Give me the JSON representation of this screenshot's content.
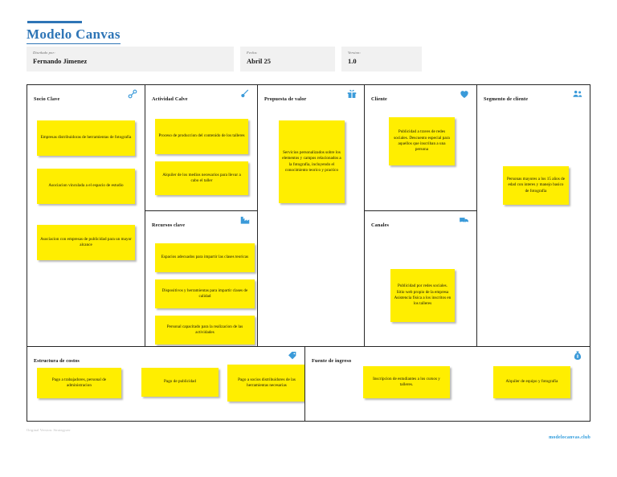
{
  "header": {
    "title": "Modelo Canvas",
    "fields": [
      {
        "label": "Diseñado por:",
        "value": "Fernando Jimenez"
      },
      {
        "label": "Fecha:",
        "value": "Abril 25"
      },
      {
        "label": "Version:",
        "value": "1.0"
      }
    ]
  },
  "canvas": {
    "blocks": {
      "socios": {
        "title": "Socio Clave",
        "icon": "chain-link-icon",
        "notes": [
          "Empresas distribuidoras de herramientas de fotografia",
          "Asociacion vinculada a el espacio de estudio",
          "Asociacion con empresas de publicidad para un mayor alcance"
        ]
      },
      "actividades": {
        "title": "Actividad Calve",
        "icon": "wrench-icon",
        "notes": [
          "Proceso de produccion del contenido de los talleres",
          "Alquiler de los medios necesarios para llevar a cabo el taller"
        ]
      },
      "recursos": {
        "title": "Recursos clave",
        "icon": "factory-icon",
        "notes": [
          "Espacios adecuados para impartir las clases teoricas",
          "Dispositivos y herramientas para impartir clases de calidad",
          "Personal capacitado para la realizacion de las actividades"
        ]
      },
      "propuesta": {
        "title": "Propuesta de valor",
        "icon": "gift-icon",
        "notes": [
          "Servicios personalizados sobre los elementos y campos relacionados a la fotografia, incluyendo el conocimiento teorico y practico"
        ]
      },
      "relaciones": {
        "title": "Cliente",
        "icon": "heart-icon",
        "notes": [
          "Publicidad a traves de redes sociales. Descuento especial para aquellos que inscriban a una persona"
        ]
      },
      "canales": {
        "title": "Canales",
        "icon": "truck-icon",
        "notes": [
          "Publicidad por redes sociales. Sitio web propio de la empresa Asistencia fisica a los inscritos en los talleres"
        ]
      },
      "segmentos": {
        "title": "Segmento de cliente",
        "icon": "people-icon",
        "notes": [
          "Personas mayores a los 15 años de edad con interes y manejo basico de fotografia"
        ]
      },
      "costos": {
        "title": "Estructura de costos",
        "icon": "price-tag-icon",
        "notes": [
          "Pago a trabajadores, personal de administracion",
          "Pago de publicidad",
          "Pago a socios distribuidores de las herramientas necesarias"
        ]
      },
      "ingresos": {
        "title": "Fuente de ingreso",
        "icon": "money-bag-icon",
        "notes": [
          "Inscripcion de estudiantes a los cursos y talleres.",
          "Alquiler de equipo y fotografia"
        ]
      }
    }
  },
  "footer": {
    "credit": "Original Version: Strategyzer",
    "link": "modelocanvas.club"
  },
  "colors": {
    "accent": "#2e75b6",
    "icon": "#3a9ad9",
    "note": "#ffee00",
    "link": "#2e9bdc"
  }
}
